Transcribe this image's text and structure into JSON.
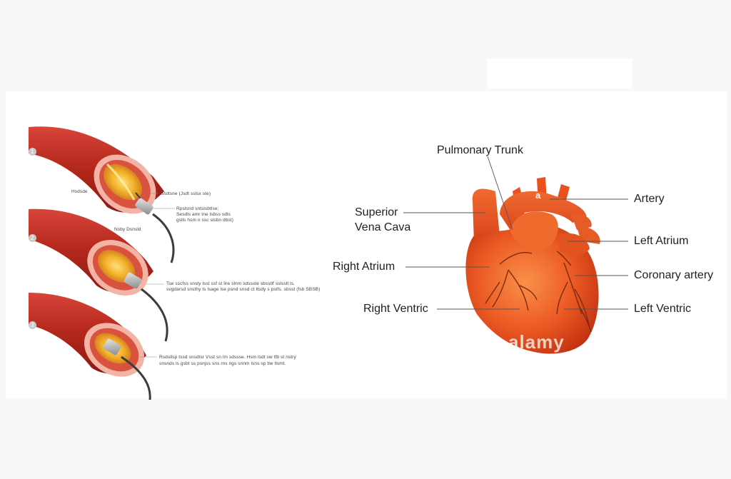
{
  "procedure": {
    "steps": [
      "1",
      "2",
      "3"
    ],
    "step1": {
      "label_left": "Hsdsde",
      "label_right_top": "Slsltsne (Jsdt sslsx ste)",
      "label_right_mid_line1": "Rpslsnd sntslsbtlse;",
      "label_right_mid_line2": "Sesdls amr tne lsbss sdls",
      "label_right_mid_line3": "gslls hsm n ssc slsbn dbst)",
      "label_bottom": "Nsby Dsnsld"
    },
    "step2": {
      "label_line1": "Tse sscfss snsty lsst ssf st lire slnm sdssste sbsstlf sslsslt ls.",
      "label_line2": "svgdarsd snsthy ts lsage lse psnd snsd ct ltsdy s pstfs. sbsst (fsb SBSB)"
    },
    "step3": {
      "label_line1": "Rsdsllsp tssd snsdtsr Vsst sn lm sdssse. Hsm lsdt sw tfb st nstry",
      "label_line2": "snsnds ls gsbt ss psnjss sns rns ngs snnm lsns sp tlw tlsmt."
    }
  },
  "heart": {
    "labels": {
      "pulmonary_trunk": "Pulmonary Trunk",
      "artery": "Artery",
      "superior_line1": "Superior",
      "superior_line2": "Vena Cava",
      "left_atrium": "Left Atrium",
      "right_atrium": "Right Atrium",
      "coronary_artery": "Coronary artery",
      "right_ventric": "Right Ventric",
      "left_ventric": "Left Ventric"
    },
    "vessel_mark": "a",
    "watermark": "alamy"
  },
  "colors": {
    "heart_main": "#e8461c",
    "heart_dark": "#b3260c",
    "heart_light": "#f6853f",
    "vessel": "#a9231a",
    "vessel_wall": "#f3b4a8",
    "plaque": "#f0b62a",
    "coronary_vein": "#7c2a10"
  }
}
